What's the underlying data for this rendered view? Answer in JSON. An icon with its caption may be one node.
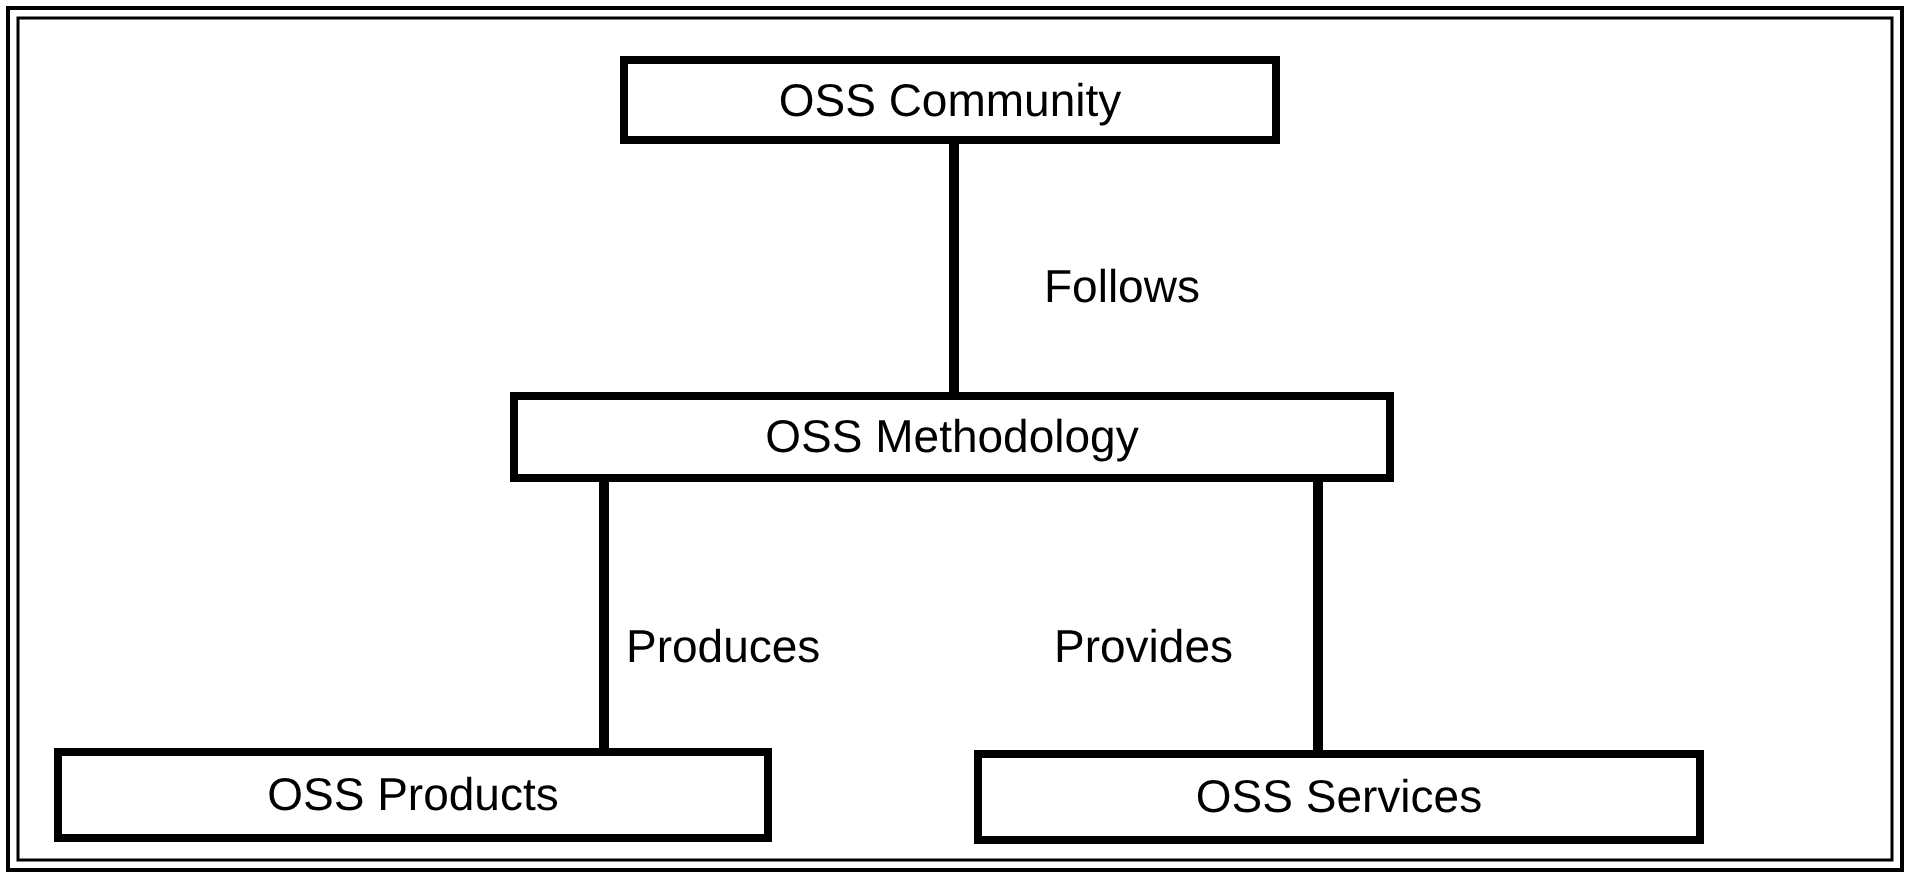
{
  "diagram": {
    "nodes": [
      {
        "text": [
          "OSS Community"
        ]
      },
      {
        "text": [
          "OSS Methodology"
        ]
      },
      {
        "text": [
          "OSS Products"
        ]
      },
      {
        "text": [
          "OSS Services"
        ]
      }
    ],
    "edges": [
      {
        "from": 0,
        "to": 1,
        "arrow": "none",
        "label": "Follows"
      },
      {
        "from": 1,
        "to": 2,
        "arrow": "none",
        "label": "Produces"
      },
      {
        "from": 1,
        "to": 3,
        "arrow": "none",
        "label": "Provides"
      }
    ]
  }
}
